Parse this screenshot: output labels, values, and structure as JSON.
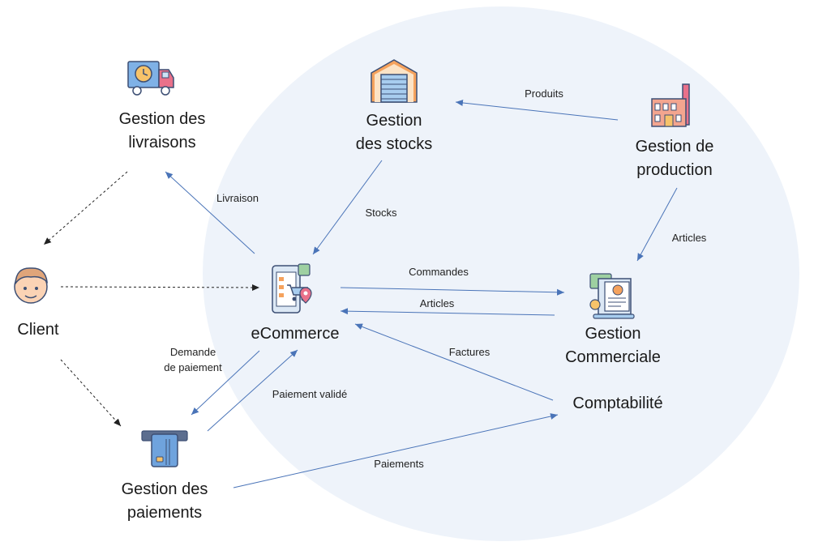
{
  "nodes": {
    "livraisons": {
      "line1": "Gestion des",
      "line2": "livraisons"
    },
    "stocks": {
      "line1": "Gestion",
      "line2": "des stocks"
    },
    "production": {
      "line1": "Gestion de",
      "line2": "production"
    },
    "client": {
      "label": "Client"
    },
    "ecommerce": {
      "label": "eCommerce"
    },
    "commerciale": {
      "line1": "Gestion",
      "line2": "Commerciale"
    },
    "comptabilite": {
      "label": "Comptabilité"
    },
    "paiements": {
      "line1": "Gestion des",
      "line2": "paiements"
    }
  },
  "edges": {
    "produits": "Produits",
    "livraison": "Livraison",
    "stocks": "Stocks",
    "articles_prod": "Articles",
    "commandes": "Commandes",
    "articles_com": "Articles",
    "factures": "Factures",
    "demande_line1": "Demande",
    "demande_line2": "de paiement",
    "paiement_valide": "Paiement validé",
    "paiements": "Paiements"
  },
  "icons": {
    "livraisons": "delivery-truck-icon",
    "stocks": "warehouse-icon",
    "production": "factory-icon",
    "client": "person-avatar-icon",
    "ecommerce": "mobile-shopping-icon",
    "commerciale": "invoice-laptop-icon",
    "paiements": "card-terminal-icon"
  },
  "colors": {
    "background_circle": "#EEF3FA",
    "arrow": "#4A74B8",
    "dashed_arrow": "#222222"
  }
}
